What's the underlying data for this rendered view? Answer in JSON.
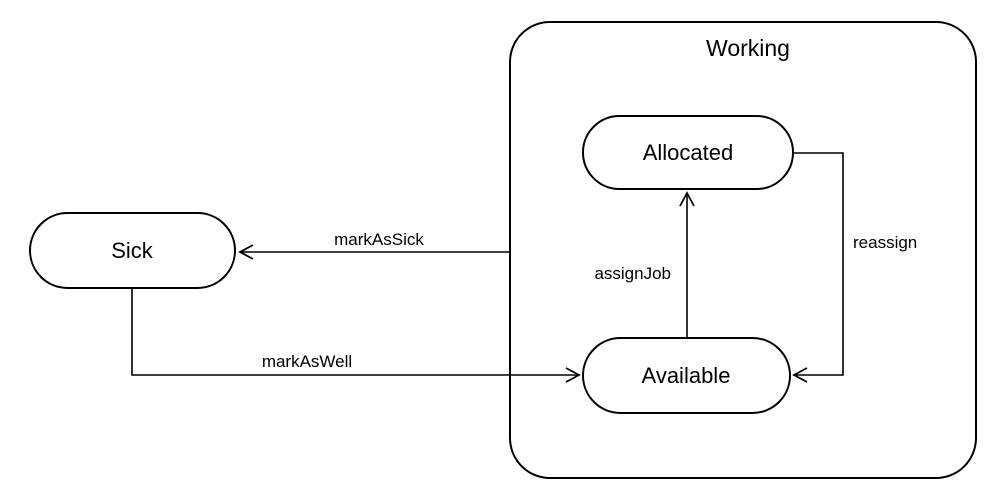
{
  "diagram": {
    "kind": "state-diagram",
    "composite_state": {
      "label": "Working"
    },
    "states": [
      {
        "id": "sick",
        "label": "Sick",
        "parent": null
      },
      {
        "id": "allocated",
        "label": "Allocated",
        "parent": "Working"
      },
      {
        "id": "available",
        "label": "Available",
        "parent": "Working"
      }
    ],
    "transitions": [
      {
        "label": "markAsSick",
        "from": "Working",
        "to": "Sick"
      },
      {
        "label": "markAsWell",
        "from": "Sick",
        "to": "Available"
      },
      {
        "label": "assignJob",
        "from": "Available",
        "to": "Allocated"
      },
      {
        "label": "reassign",
        "from": "Allocated",
        "to": "Available"
      }
    ],
    "colors": {
      "stroke": "#000000",
      "shape_fill": "#ffffff",
      "background": "#ffffff"
    }
  }
}
